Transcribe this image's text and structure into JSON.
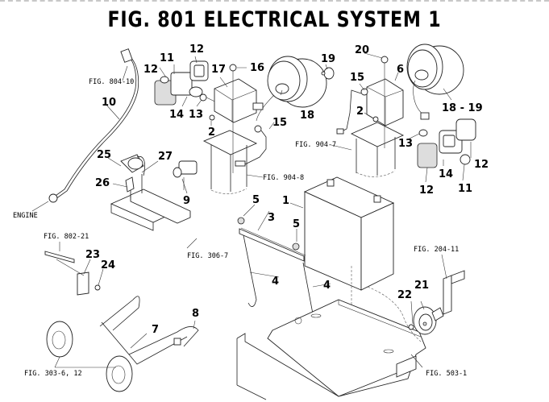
{
  "title": "FIG. 801 ELECTRICAL SYSTEM 1",
  "part_numbers": {
    "p1": "1",
    "p2a": "2",
    "p2b": "2",
    "p3": "3",
    "p4a": "4",
    "p4b": "4",
    "p5a": "5",
    "p5b": "5",
    "p6": "6",
    "p7": "7",
    "p8": "8",
    "p9": "9",
    "p10": "10",
    "p11a": "11",
    "p11b": "11",
    "p12a": "12",
    "p12b": "12",
    "p12c": "12",
    "p12d": "12",
    "p13a": "13",
    "p13b": "13",
    "p14a": "14",
    "p14b": "14",
    "p15a": "15",
    "p15b": "15",
    "p16": "16",
    "p17": "17",
    "p18": "18",
    "p18_19": "18 - 19",
    "p19": "19",
    "p20": "20",
    "p21": "21",
    "p22": "22",
    "p23": "23",
    "p24": "24",
    "p25": "25",
    "p26": "26",
    "p27": "27"
  },
  "references": {
    "fig804_10": "FIG. 804-10",
    "fig904_8": "FIG. 904-8",
    "fig904_7": "FIG. 904-7",
    "engine": "ENGINE",
    "fig306_7": "FIG. 306-7",
    "fig802_21": "FIG. 802-21",
    "fig204_11": "FIG. 204-11",
    "fig503_1": "FIG. 503-1",
    "fig303_6_12": "FIG. 303-6, 12"
  }
}
